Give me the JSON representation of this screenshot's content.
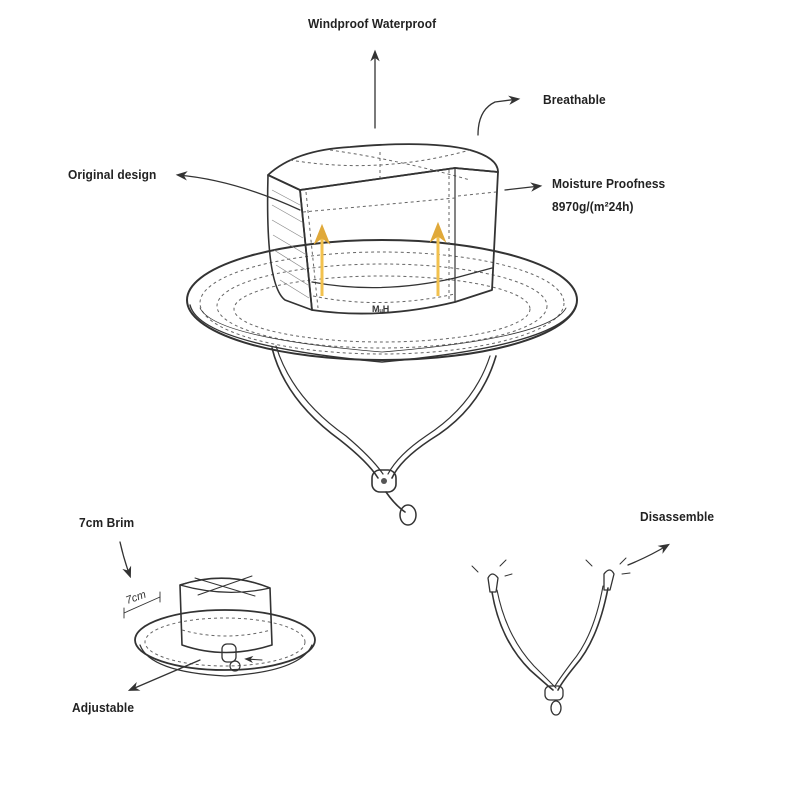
{
  "labels": {
    "windproof": "Windproof Waterproof",
    "breathable": "Breathable",
    "original_design": "Original design",
    "moisture_line1": "Moisture  Proofness",
    "moisture_line2": "8970g/(m²24h)",
    "brim_7cm": "7cm Brim",
    "adjustable": "Adjustable",
    "disassemble": "Disassemble",
    "brim_size_note": "7cm"
  },
  "logo": {
    "text": "MᵤH"
  },
  "colors": {
    "ink": "#333333",
    "accent_arrow": "#f2c14e",
    "background": "#ffffff"
  }
}
